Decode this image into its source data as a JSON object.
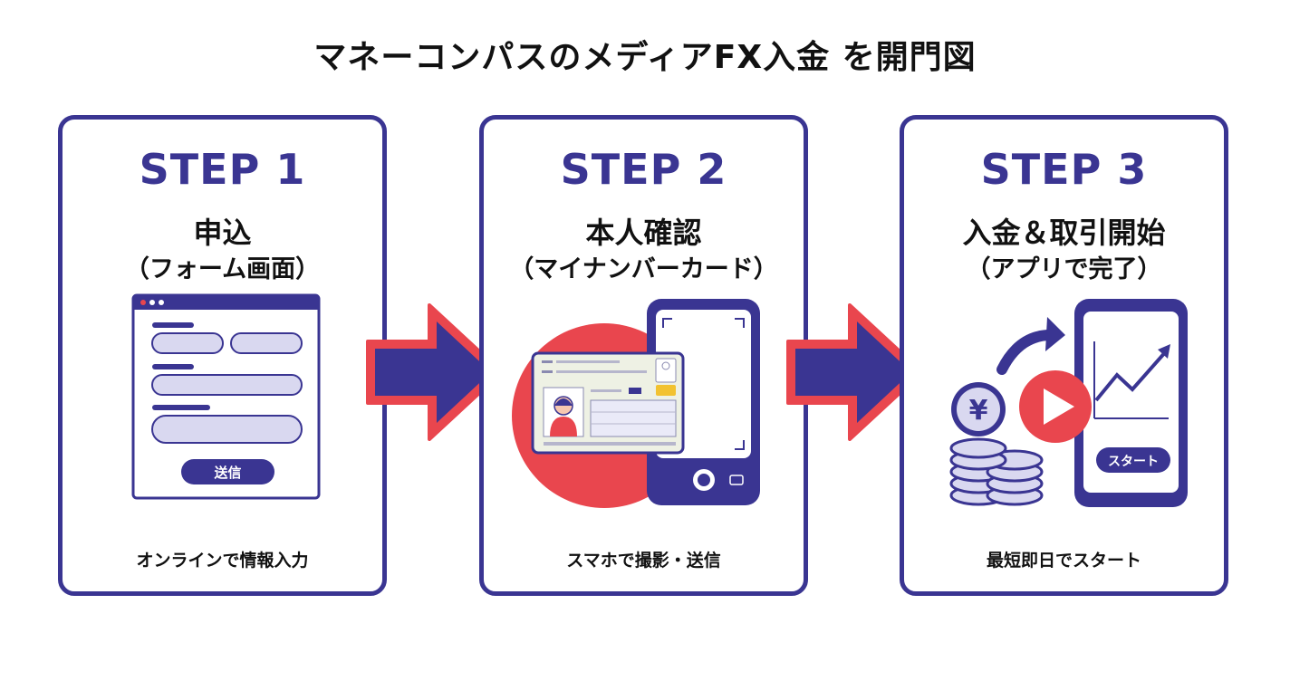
{
  "title": "マネーコンパスのメディアFX入金 を開門図",
  "colors": {
    "primary": "#3a3592",
    "accent": "#e9464e",
    "light": "#d9d8f0",
    "white": "#ffffff"
  },
  "steps": [
    {
      "label": "STEP 1",
      "name": "申込",
      "sub": "（フォーム画面）",
      "caption": "オンラインで情報入力",
      "form_button": "送信",
      "icon": "form-window-icon"
    },
    {
      "label": "STEP 2",
      "name": "本人確認",
      "sub": "（マイナンバーカード）",
      "caption": "スマホで撮影・送信",
      "icon": "id-card-phone-icon"
    },
    {
      "label": "STEP 3",
      "name": "入金＆取引開始",
      "sub": "（アプリで完了）",
      "caption": "最短即日でスタート",
      "start_button": "スタート",
      "coin_symbol": "¥",
      "icon": "coins-phone-chart-icon"
    }
  ]
}
